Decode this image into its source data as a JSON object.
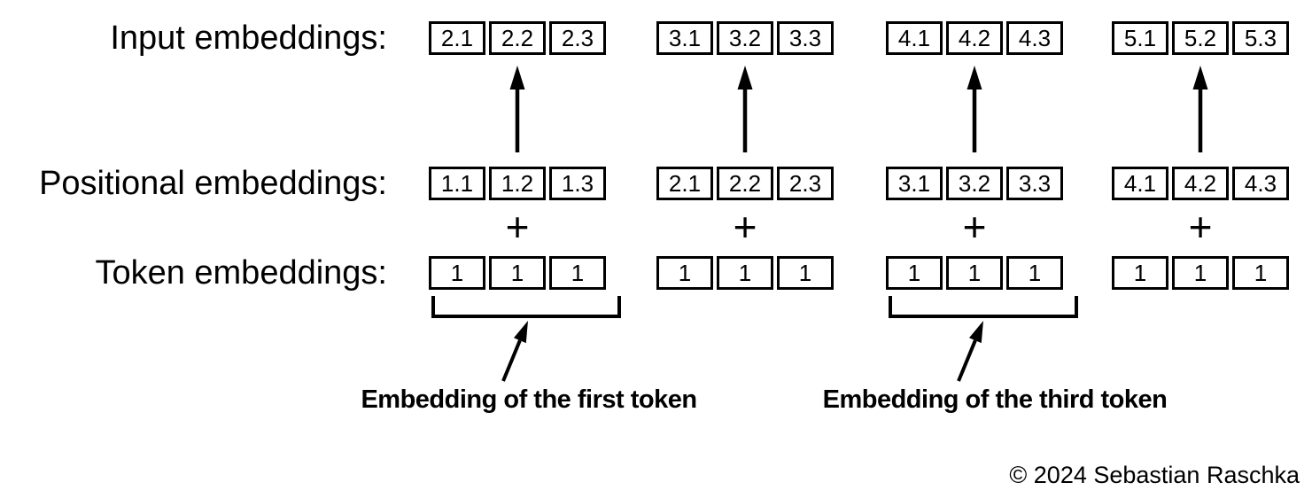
{
  "colors": {
    "foreground": "#000000",
    "background": "#ffffff"
  },
  "rows": {
    "input": {
      "label": "Input embeddings:",
      "groups": [
        [
          "2.1",
          "2.2",
          "2.3"
        ],
        [
          "3.1",
          "3.2",
          "3.3"
        ],
        [
          "4.1",
          "4.2",
          "4.3"
        ],
        [
          "5.1",
          "5.2",
          "5.3"
        ]
      ]
    },
    "positional": {
      "label": "Positional embeddings:",
      "groups": [
        [
          "1.1",
          "1.2",
          "1.3"
        ],
        [
          "2.1",
          "2.2",
          "2.3"
        ],
        [
          "3.1",
          "3.2",
          "3.3"
        ],
        [
          "4.1",
          "4.2",
          "4.3"
        ]
      ]
    },
    "token": {
      "label": "Token embeddings:",
      "groups": [
        [
          "1",
          "1",
          "1"
        ],
        [
          "1",
          "1",
          "1"
        ],
        [
          "1",
          "1",
          "1"
        ],
        [
          "1",
          "1",
          "1"
        ]
      ]
    }
  },
  "operators": {
    "plus": "+"
  },
  "icons": {
    "up_arrow": "↑",
    "annotation_arrow": "↗"
  },
  "annotations": {
    "first_token": "Embedding of the first token",
    "third_token": "Embedding of the third token"
  },
  "footer": {
    "copyright": "© 2024 Sebastian Raschka"
  }
}
